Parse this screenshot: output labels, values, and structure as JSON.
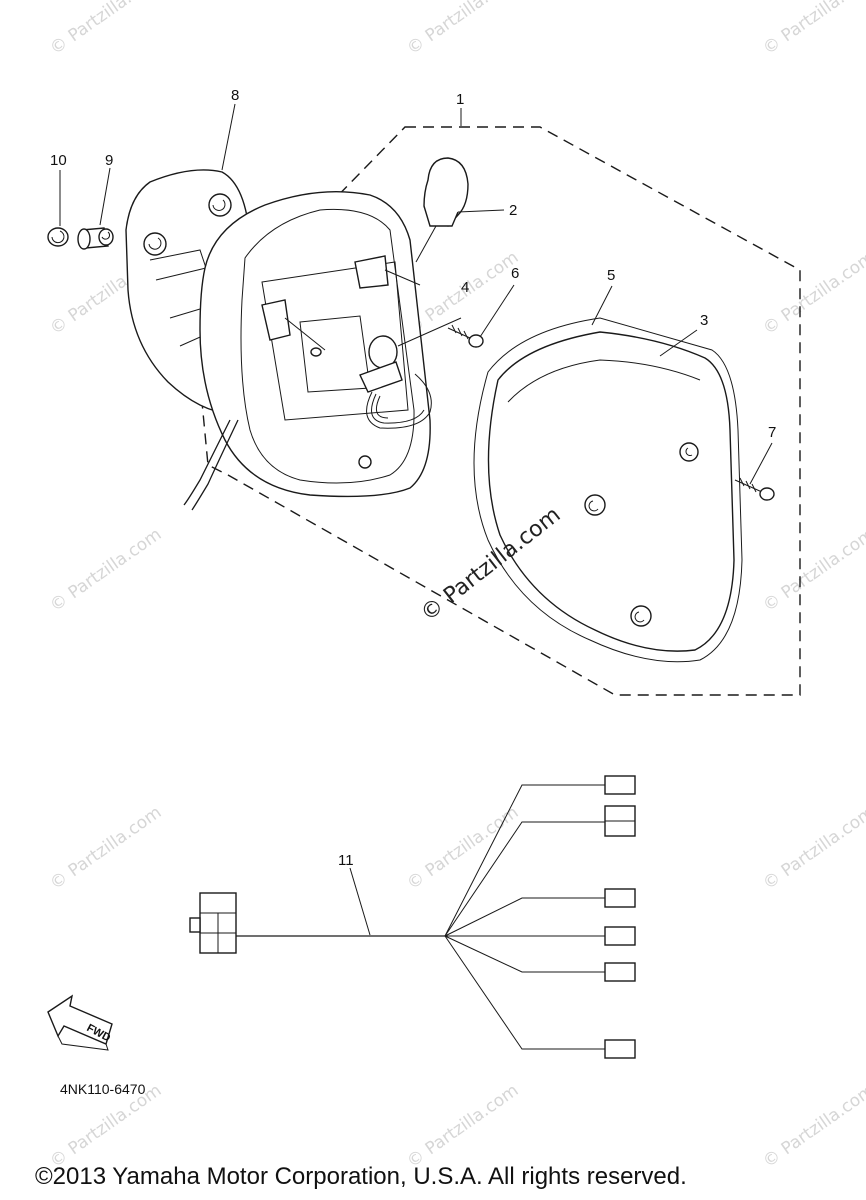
{
  "callouts": [
    "1",
    "2",
    "3",
    "4",
    "5",
    "6",
    "7",
    "8",
    "9",
    "10",
    "11"
  ],
  "diagram_code": "4NK110-6470",
  "fwd_label": "FWD",
  "watermark": "© Partzilla.com",
  "copyright": "©2013  Yamaha Motor Corporation, U.S.A. All rights reserved."
}
